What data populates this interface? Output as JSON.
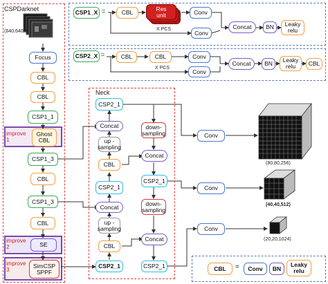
{
  "backbone": {
    "title": "CSPDarknet",
    "input_size": "(640,640,3)",
    "focus": "Focus",
    "cbl": "CBL",
    "csp1_1": "CSP1_1",
    "ghost_cbl": "Ghost\nCBL",
    "csp1_3": "CSP1_3",
    "se": "SE",
    "simcsp_sppf": "SimCSP\nSPPF",
    "improve1": "improve\n1",
    "improve2": "improve\n2",
    "improve3": "improve\n3"
  },
  "legend": {
    "csp1x_label": "CSP1_X",
    "csp2x_label": "CSP2_X",
    "equals": "=",
    "cbl": "CBL",
    "res_unit": "Res\nunit",
    "conv": "Conv",
    "concat": "Concat",
    "bn": "BN",
    "leaky_relu": "Leaky\nrelu",
    "x_pcs": "X PCS"
  },
  "neck": {
    "title": "Neck",
    "csp2_1": "CSP2_1",
    "concat": "Concat",
    "up_sampling": "up -\nsampling",
    "down_sampling": "down-\nsampling",
    "cbl": "CBL",
    "conv": "Conv"
  },
  "outputs": {
    "large": "(80,80,256)",
    "medium": "(40,40,512)",
    "small": "(20,20,1024)"
  },
  "colors": {
    "red_dash": "#e23b3b",
    "blue_dash": "#5b78b8",
    "orange": "#f0a040",
    "blue": "#4a78c8",
    "green": "#3aaa5a",
    "cyan": "#2ac0e0",
    "purple": "#7a5ac8",
    "res_unit_red": "#d32020"
  }
}
